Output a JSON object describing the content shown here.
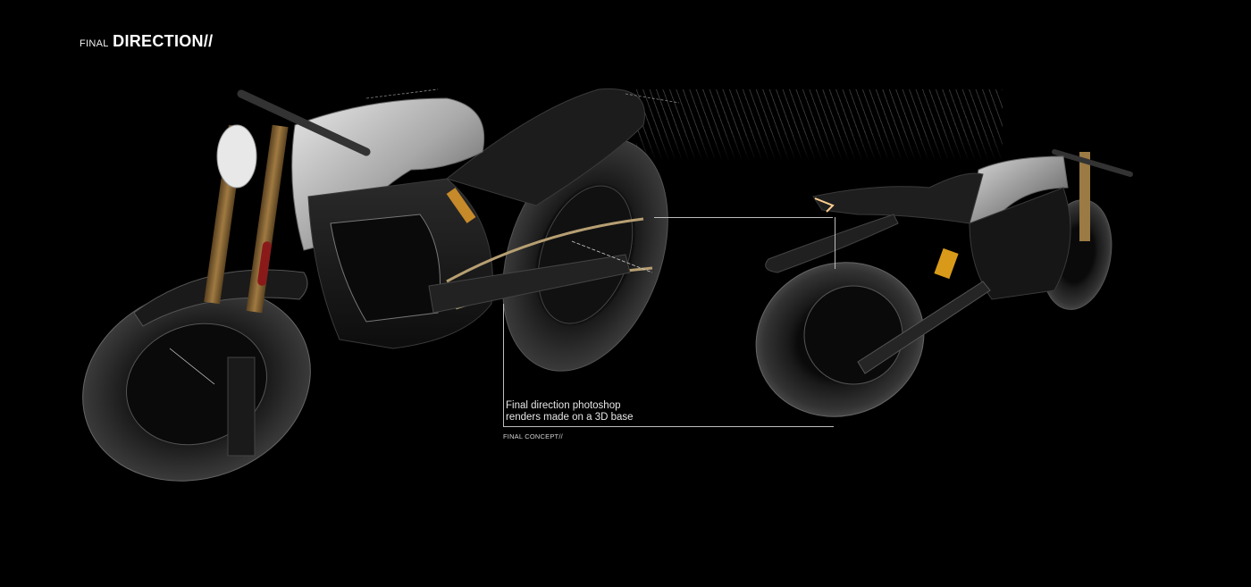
{
  "header": {
    "title_prefix": "FINAL",
    "title_main": "DIRECTION//"
  },
  "renders": [
    {
      "id": "front-three-quarter",
      "label": "Motorcycle render, front three-quarter view"
    },
    {
      "id": "rear-three-quarter",
      "label": "Motorcycle render, rear three-quarter view"
    }
  ],
  "annotation": {
    "caption_line1": "Final direction photoshop",
    "caption_line2": "renders made on a 3D base",
    "subtitle": "FINAL CONCEPT//"
  },
  "colors": {
    "background": "#000000",
    "text": "#ffffff",
    "callout_line": "#bdbdbd",
    "fork_gold": "#8a6a3a",
    "shock_orange": "#d99a1a",
    "reflector_red": "#8a1a1a",
    "tank_silver": "#c8c8c8"
  }
}
